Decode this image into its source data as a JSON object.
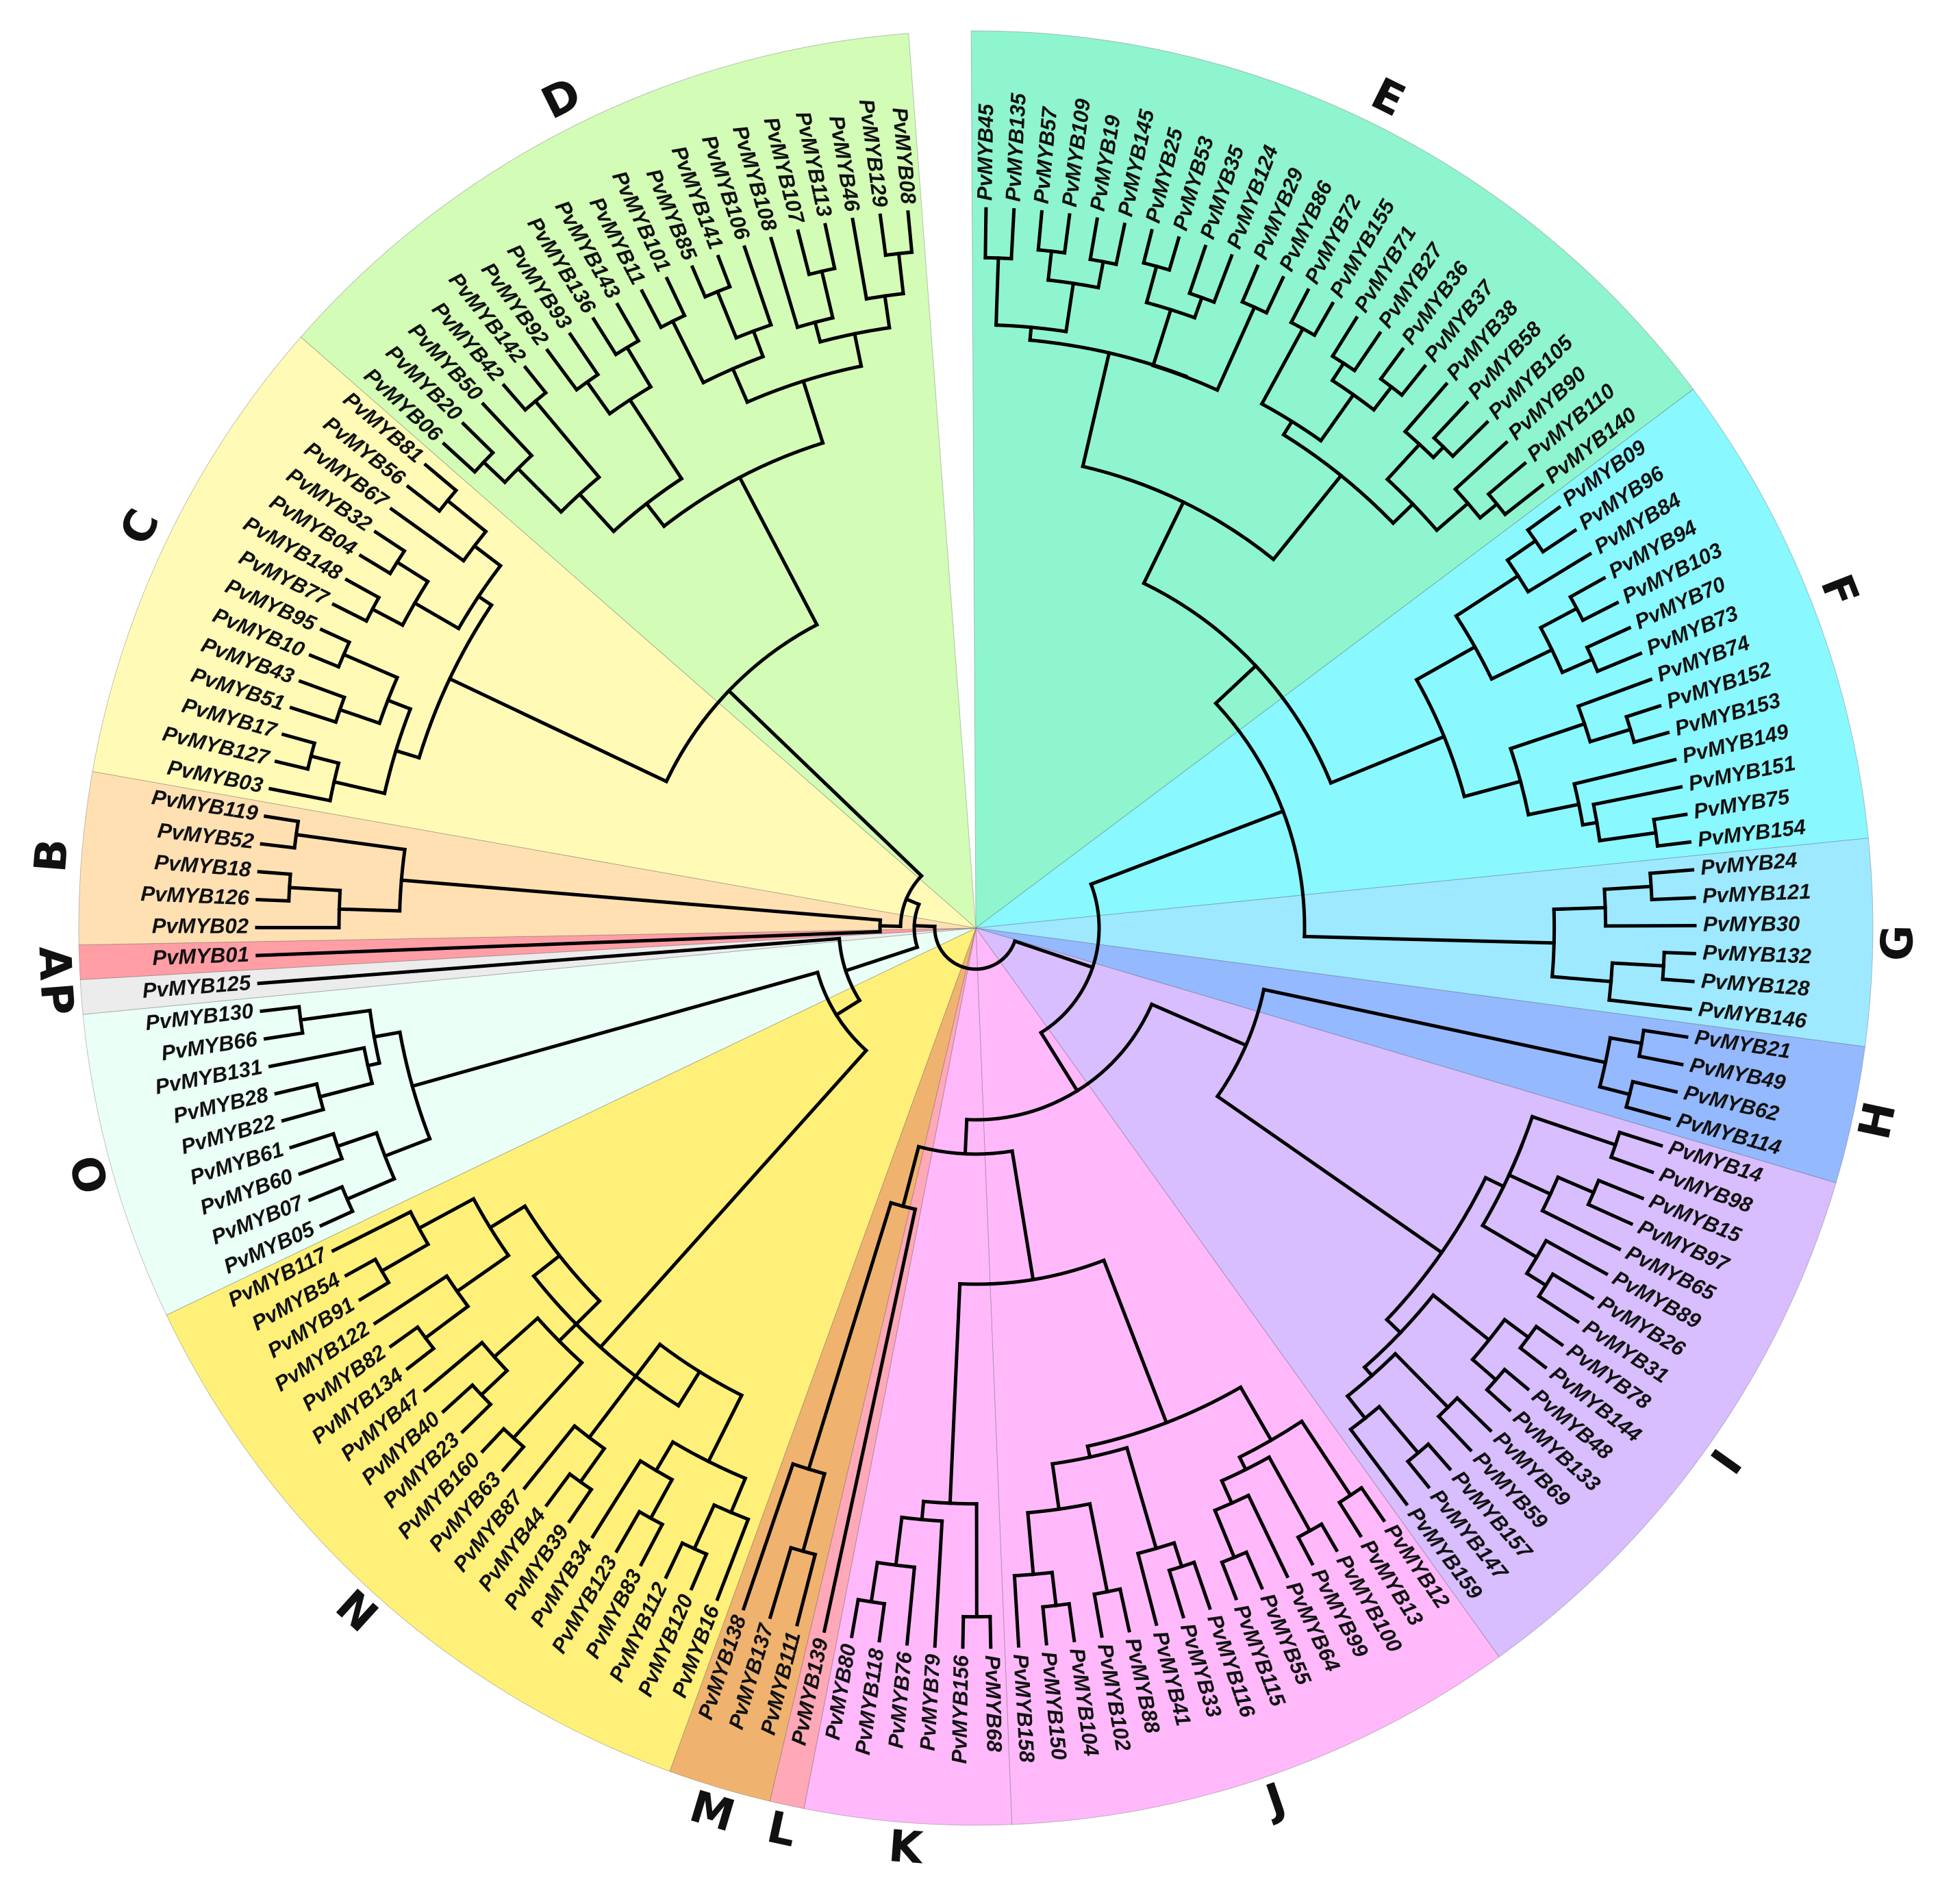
{
  "clades": [
    {
      "id": "E",
      "color": "#8ef5cf",
      "members": [
        "PvMYB45",
        "PvMYB135",
        "PvMYB57",
        "PvMYB109",
        "PvMYB19",
        "PvMYB145",
        "PvMYB25",
        "PvMYB53",
        "PvMYB35",
        "PvMYB124",
        "PvMYB29",
        "PvMYB86",
        "PvMYB72",
        "PvMYB155",
        "PvMYB71",
        "PvMYB27",
        "PvMYB36",
        "PvMYB37",
        "PvMYB38",
        "PvMYB58",
        "PvMYB105",
        "PvMYB90",
        "PvMYB110",
        "PvMYB140"
      ]
    },
    {
      "id": "F",
      "color": "#8af8ff",
      "members": [
        "PvMYB09",
        "PvMYB96",
        "PvMYB84",
        "PvMYB94",
        "PvMYB103",
        "PvMYB70",
        "PvMYB73",
        "PvMYB74",
        "PvMYB152",
        "PvMYB153",
        "PvMYB149",
        "PvMYB151",
        "PvMYB75",
        "PvMYB154"
      ]
    },
    {
      "id": "G",
      "color": "#9ee9ff",
      "members": [
        "PvMYB24",
        "PvMYB121",
        "PvMYB30",
        "PvMYB132",
        "PvMYB128",
        "PvMYB146"
      ]
    },
    {
      "id": "H",
      "color": "#94b9ff",
      "members": [
        "PvMYB21",
        "PvMYB49",
        "PvMYB62",
        "PvMYB114"
      ]
    },
    {
      "id": "I",
      "color": "#d8befe",
      "members": [
        "PvMYB14",
        "PvMYB98",
        "PvMYB15",
        "PvMYB97",
        "PvMYB65",
        "PvMYB89",
        "PvMYB26",
        "PvMYB31",
        "PvMYB78",
        "PvMYB144",
        "PvMYB48",
        "PvMYB133",
        "PvMYB69",
        "PvMYB59",
        "PvMYB157",
        "PvMYB147",
        "PvMYB159"
      ]
    },
    {
      "id": "J",
      "color": "#ffb9fb",
      "members": [
        "PvMYB12",
        "PvMYB13",
        "PvMYB100",
        "PvMYB99",
        "PvMYB64",
        "PvMYB55",
        "PvMYB115",
        "PvMYB116",
        "PvMYB33",
        "PvMYB41",
        "PvMYB88",
        "PvMYB102",
        "PvMYB104",
        "PvMYB150",
        "PvMYB158"
      ]
    },
    {
      "id": "K",
      "color": "#ffb9fb",
      "members": [
        "PvMYB68",
        "PvMYB156",
        "PvMYB79",
        "PvMYB76",
        "PvMYB118",
        "PvMYB80"
      ]
    },
    {
      "id": "L",
      "color": "#ffa8b8",
      "members": [
        "PvMYB139"
      ]
    },
    {
      "id": "M",
      "color": "#f0b36f",
      "members": [
        "PvMYB111",
        "PvMYB137",
        "PvMYB138"
      ]
    },
    {
      "id": "N",
      "color": "#fff07a",
      "members": [
        "PvMYB16",
        "PvMYB120",
        "PvMYB112",
        "PvMYB83",
        "PvMYB123",
        "PvMYB34",
        "PvMYB39",
        "PvMYB44",
        "PvMYB87",
        "PvMYB63",
        "PvMYB160",
        "PvMYB23",
        "PvMYB40",
        "PvMYB47",
        "PvMYB134",
        "PvMYB82",
        "PvMYB122",
        "PvMYB91",
        "PvMYB54",
        "PvMYB117"
      ]
    },
    {
      "id": "O",
      "color": "#eafff5",
      "members": [
        "PvMYB05",
        "PvMYB07",
        "PvMYB60",
        "PvMYB61",
        "PvMYB22",
        "PvMYB28",
        "PvMYB131",
        "PvMYB66",
        "PvMYB130"
      ]
    },
    {
      "id": "P",
      "color": "#ececec",
      "members": [
        "PvMYB125"
      ]
    },
    {
      "id": "A",
      "color": "#ff9ea5",
      "members": [
        "PvMYB01"
      ]
    },
    {
      "id": "B",
      "color": "#ffe0b3",
      "members": [
        "PvMYB02",
        "PvMYB126",
        "PvMYB18",
        "PvMYB52",
        "PvMYB119"
      ]
    },
    {
      "id": "C",
      "color": "#fffbb7",
      "members": [
        "PvMYB03",
        "PvMYB127",
        "PvMYB17",
        "PvMYB51",
        "PvMYB43",
        "PvMYB10",
        "PvMYB95",
        "PvMYB77",
        "PvMYB148",
        "PvMYB04",
        "PvMYB32",
        "PvMYB67",
        "PvMYB56",
        "PvMYB81"
      ]
    },
    {
      "id": "D",
      "color": "#d3fcb6",
      "members": [
        "PvMYB06",
        "PvMYB20",
        "PvMYB50",
        "PvMYB42",
        "PvMYB142",
        "PvMYB92",
        "PvMYB93",
        "PvMYB136",
        "PvMYB143",
        "PvMYB11",
        "PvMYB101",
        "PvMYB85",
        "PvMYB141",
        "PvMYB106",
        "PvMYB108",
        "PvMYB107",
        "PvMYB113",
        "PvMYB46",
        "PvMYB129",
        "PvMYB08"
      ]
    }
  ]
}
